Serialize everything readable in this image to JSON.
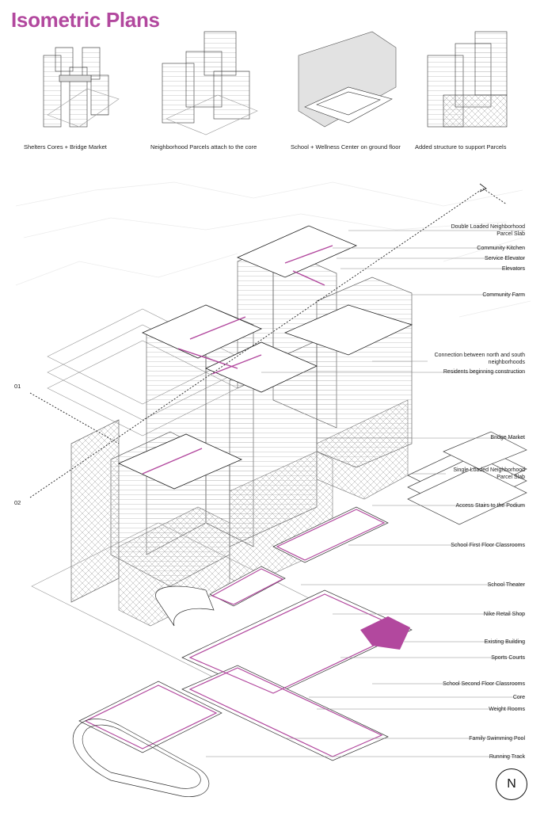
{
  "title": "Isometric Plans",
  "steps": [
    "Shelters Cores + Bridge Market",
    "Neighborhood Parcels attach to the core",
    "School + Wellness Center on ground floor",
    "Added structure to support Parcels"
  ],
  "labels": [
    "Double Loaded Neighborhood\nParcel Slab",
    "Community Kitchen",
    "Service Elevator",
    "Elevators",
    "Community Farm",
    "Connection between north and south\nneighborhoods",
    "Residents beginning construction",
    "Bridge Market",
    "Single Loaded Neighborhood\nParcel Slab",
    "Access Stairs to the Podium",
    "School First Floor Classrooms",
    "School Theater",
    "Nike Retail Shop",
    "Existing Building",
    "Sports Courts",
    "School Second Floor Classrooms",
    "Core",
    "Weight Rooms",
    "Family Swimming Pool",
    "Running Track"
  ],
  "sections": [
    "01",
    "02"
  ],
  "north": "N",
  "colors": {
    "accent": "#b2489e",
    "line": "#555555",
    "structure": "#bdbdbd"
  }
}
